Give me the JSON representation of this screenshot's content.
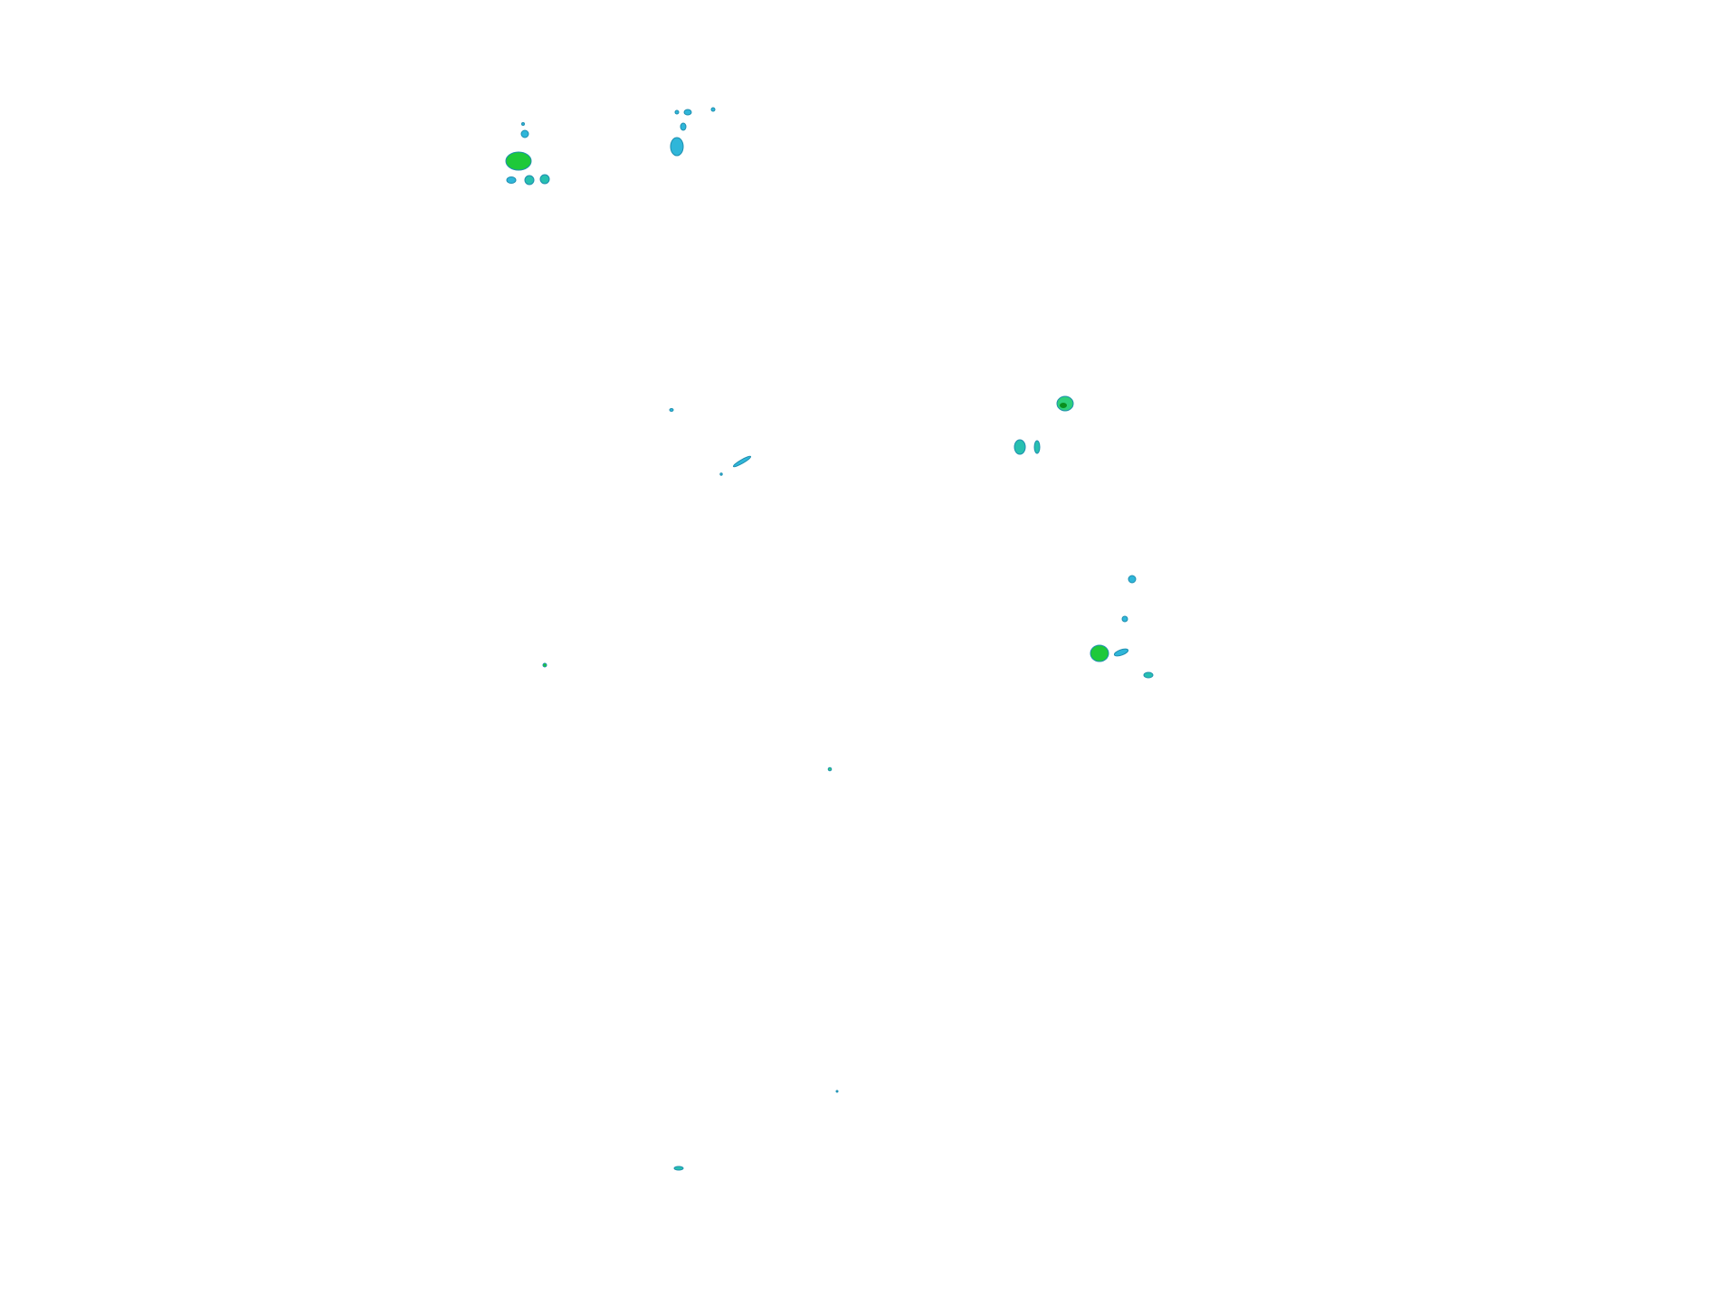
{
  "map": {
    "background_color": "#ffffff",
    "legend_colors": {
      "outline": "#1f8fb0",
      "light": "#2fb6d9",
      "teal": "#27c0b0",
      "medium": "#2ecf7a",
      "strong": "#1ec93a",
      "heavy": "#0a8f1e"
    },
    "echo_cells": [
      {
        "id": "cell-nw-main",
        "intensity": "strong"
      },
      {
        "id": "cell-nw-small-a",
        "intensity": "light"
      },
      {
        "id": "cell-nw-small-b",
        "intensity": "light"
      },
      {
        "id": "cell-nw-small-c",
        "intensity": "teal"
      },
      {
        "id": "cell-nw-small-d",
        "intensity": "teal"
      },
      {
        "id": "cell-nw-small-e",
        "intensity": "light"
      },
      {
        "id": "cell-n-a",
        "intensity": "light"
      },
      {
        "id": "cell-n-b",
        "intensity": "light"
      },
      {
        "id": "cell-n-c",
        "intensity": "light"
      },
      {
        "id": "cell-n-d",
        "intensity": "light"
      },
      {
        "id": "cell-n-e",
        "intensity": "light"
      },
      {
        "id": "cell-center-streak",
        "intensity": "light"
      },
      {
        "id": "cell-center-dot",
        "intensity": "light"
      },
      {
        "id": "cell-center-dot-b",
        "intensity": "light"
      },
      {
        "id": "cell-e-main",
        "intensity": "heavy"
      },
      {
        "id": "cell-e-small-a",
        "intensity": "teal"
      },
      {
        "id": "cell-e-small-b",
        "intensity": "teal"
      },
      {
        "id": "cell-se-main",
        "intensity": "strong"
      },
      {
        "id": "cell-se-a",
        "intensity": "light"
      },
      {
        "id": "cell-se-b",
        "intensity": "light"
      },
      {
        "id": "cell-se-c",
        "intensity": "light"
      },
      {
        "id": "cell-se-d",
        "intensity": "teal"
      },
      {
        "id": "cell-w-pixel",
        "intensity": "strong"
      },
      {
        "id": "cell-c-pixel",
        "intensity": "heavy"
      },
      {
        "id": "cell-s-pixel",
        "intensity": "light"
      },
      {
        "id": "cell-s-streak",
        "intensity": "teal"
      }
    ]
  }
}
